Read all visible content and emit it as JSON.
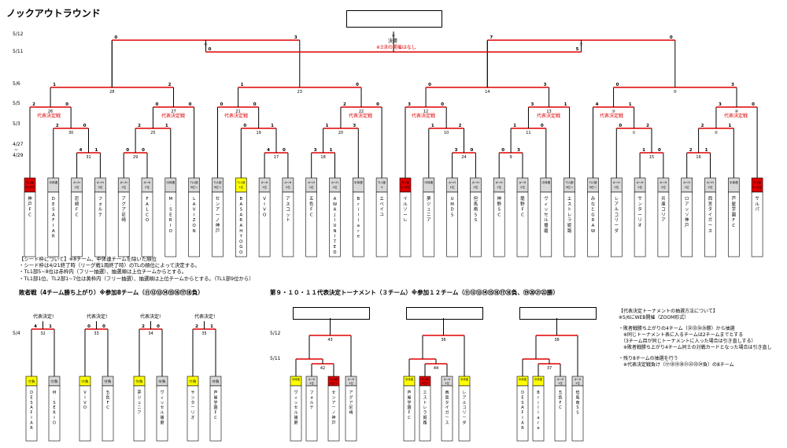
{
  "title": "ノックアウトラウンド",
  "dates_main": [
    "5/12",
    "5/11",
    "5/6",
    "5/5",
    "5/3",
    "4/27",
    "~",
    "4/29",
    "5/4",
    "5/12",
    "5/11"
  ],
  "final": {
    "label": "決勝",
    "note": "※3決の開催はなし"
  },
  "rep": "代表決定戦",
  "rep_short": "代表決定!",
  "seed_header": "【シード枠について】※8チーム、中体連チームを除いた順位",
  "seed_lines": [
    "・シード枠は4/21終了時（リーグ戦1周終了時）のTLの順位によって決定する。",
    "・TL1部5~8位は赤枠内（フリー抽選）、抽選順は上位チームからとする。",
    "・TL1部1位、TL2部1~7位は黄枠内（フリー抽選）、抽選順は上位チームからとする。（TL1部9位から）"
  ],
  "left_title": "敗者戦（4チーム勝ち上がり）※参加8チーム（⑪⑫⑬⑭⑮⑯⑰⑱負）",
  "mid_title": "第９・１０・１１代表決定トーナメント（３チーム）※参加１２チーム（⑪⑫⑬⑭⑮⑯⑰⑱負、⑲⑳㉑㉒勝）",
  "right_notes": [
    "【代表決定トーナメントの抽選方法について】",
    "※5/6にWEB開催（ZOOM形式）",
    "・敗者戦勝ち上がりの4チーム（㉜㉝㉞㉟勝）から抽選",
    "　※同じトーナメント表に入るチームは2チームまでとする",
    "　（3チーム目が同じトーナメントに入った場合は引き直しする）",
    "　※敗者戦勝ち上がり4チーム同士の対戦カードとなった場合は引き直し",
    "・残り8チームの抽選を行う",
    "　※代表決定戦負け（⑰⑱⑲⑳㉑㉒㉓㉔負）の8チーム"
  ],
  "teams": [
    {
      "tag": "TL1部\n5～8位",
      "name": "神戸FC"
    },
    {
      "tag": "中体連",
      "name": "DESAFIAR"
    },
    {
      "tag": "A〜H\n1位",
      "name": "尼崎FC"
    },
    {
      "tag": "A〜H\n2位",
      "name": "フォルテ"
    },
    {
      "tag": "A〜H\n1位",
      "name": "アグア尼崎"
    },
    {
      "tag": "A〜H\n2位",
      "name": "FALCO"
    },
    {
      "tag": "中体連",
      "name": "M.SERIO"
    },
    {
      "tag": "TL1部\n9位〜",
      "name": "LAVIZON"
    },
    {
      "tag": "TL1部\n9位〜",
      "name": "センアーノ神戸"
    },
    {
      "tag": "TL1部\n1位",
      "name": "BASARA HYOGO"
    },
    {
      "tag": "A〜H\n1位",
      "name": "VIVO"
    },
    {
      "tag": "A〜H\n2位",
      "name": "アスコット"
    },
    {
      "tag": "A〜H\n1位",
      "name": "五色FC"
    },
    {
      "tag": "A〜H\n2位",
      "name": "AWAJI UNITED"
    },
    {
      "tag": "中体連",
      "name": "Brillare"
    },
    {
      "tag": "TL1部\n4",
      "name": "エベイユ"
    },
    {
      "tag": "TL1部\n5～8位",
      "name": "イルソーレ"
    },
    {
      "tag": "中体連",
      "name": "夢ジュニア"
    },
    {
      "tag": "A〜H\n1位",
      "name": "UMDS"
    },
    {
      "tag": "A〜H\n2位",
      "name": "但馬南SS"
    },
    {
      "tag": "A〜H\n1位",
      "name": "神野SC"
    },
    {
      "tag": "A〜H\n2位",
      "name": "龍野FC"
    },
    {
      "tag": "中体連",
      "name": "ヴィッセル播磨"
    },
    {
      "tag": "TL1部\n9位〜",
      "name": "エストレラ姫路"
    },
    {
      "tag": "TL1部\n9位〜",
      "name": "みなとGRAW"
    },
    {
      "tag": "A〜H\n2位",
      "name": "レアルコリーダ"
    },
    {
      "tag": "A〜H\n1位",
      "name": "サンターリオ"
    },
    {
      "tag": "A〜H\n2位",
      "name": "兵庫コリア"
    },
    {
      "tag": "A〜H\n1位",
      "name": "ロアッソ神戸"
    },
    {
      "tag": "A〜H\n2位",
      "name": "西宮タイガース"
    },
    {
      "tag": "中体連",
      "name": "芦屋学園FC"
    },
    {
      "tag": "TL1部\n5～8位",
      "name": "サルパ"
    }
  ],
  "loser_teams": [
    {
      "tag": "⑪負",
      "name": "DESAFIAR"
    },
    {
      "tag": "⑫負",
      "name": "M.SERIO"
    },
    {
      "tag": "⑬負",
      "name": "VIVO"
    },
    {
      "tag": "⑭負",
      "name": "五色FC"
    },
    {
      "tag": "⑮負",
      "name": "夢ジュニア"
    },
    {
      "tag": "⑯負",
      "name": "ヴィッセル播磨"
    },
    {
      "tag": "⑰負",
      "name": "サンターリオ"
    },
    {
      "tag": "⑱負",
      "name": "芦屋学園FC"
    }
  ],
  "mid_teams": [
    {
      "tag": "中体連",
      "name": "ヴィッセル播磨"
    },
    {
      "tag": "A〜H\n2位",
      "name": "フォルテ"
    },
    {
      "tag": "TL1部\n9位〜",
      "name": "センアーノ神戸"
    },
    {
      "tag": "A〜H\n1位",
      "name": "アグア尼崎"
    },
    {
      "tag": "中体連",
      "name": "芦屋学園FC"
    },
    {
      "tag": "TL1部\n9位〜",
      "name": "エストレラ姫路"
    },
    {
      "tag": "A〜H\n2位",
      "name": "西宮タイガース"
    },
    {
      "tag": "中体連",
      "name": "レアルコリーダ"
    },
    {
      "tag": "中体連",
      "name": "DESAFIAR"
    },
    {
      "tag": "中体連",
      "name": "Brillare"
    },
    {
      "tag": "A〜H\n1位",
      "name": "五色FC"
    },
    {
      "tag": "A〜H\n2位",
      "name": "但馬南SS"
    }
  ],
  "match_numbers": [
    "31",
    "29",
    "30",
    "25",
    "26",
    "27",
    "28",
    "17",
    "18",
    "19",
    "20",
    "21",
    "22",
    "23",
    "24",
    "9",
    "10",
    "11",
    "12",
    "13",
    "14",
    "15",
    "16",
    "①",
    "②",
    "③",
    "④",
    "⑤",
    "⑥",
    "⑦",
    "⑧",
    "32",
    "33",
    "34",
    "35",
    "42",
    "43",
    "44",
    "36",
    "37",
    "38",
    "39",
    "40",
    "41"
  ],
  "scores": [
    "4",
    "1",
    "0",
    "0",
    "2",
    "0",
    "2",
    "1",
    "2",
    "0",
    "0",
    "0",
    "1",
    "2",
    "4",
    "0",
    "3",
    "1",
    "0",
    "1",
    "1",
    "3",
    "0",
    "0",
    "2",
    "0",
    "1",
    "0",
    "3",
    "0",
    "0",
    "3",
    "1",
    "2",
    "1",
    "0",
    "3",
    "0",
    "3",
    "1",
    "0",
    "3",
    "1",
    "0",
    "2",
    "1",
    "0",
    "2",
    "2",
    "1",
    "4",
    "1",
    "3",
    "0",
    "0",
    "3",
    "0",
    "3",
    "7",
    "0",
    "0",
    "5"
  ],
  "colors": {
    "red": "#e00000",
    "yellow": "#ffff00",
    "tagbg": "#d8d8d8",
    "line": "#000000",
    "redline": "#e00000"
  }
}
